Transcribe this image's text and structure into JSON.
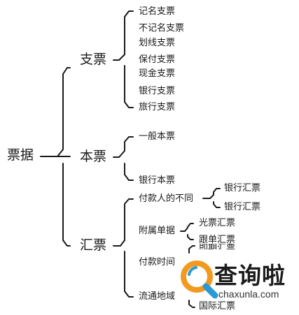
{
  "root": "票据",
  "categories": [
    {
      "label": "支票",
      "items": [
        "记名支票",
        "不记名支票",
        "划线支票",
        "保付支票",
        "现金支票",
        "银行支票",
        "旅行支票"
      ]
    },
    {
      "label": "本票",
      "items": [
        "一般本票",
        "银行本票"
      ]
    },
    {
      "label": "汇票",
      "groups": [
        {
          "label": "付款人的不同",
          "items": [
            "银行汇票",
            "银行汇票"
          ]
        },
        {
          "label": "附属单据",
          "items": [
            "光票汇票",
            "跟单汇票"
          ]
        },
        {
          "label": "付款时间",
          "items": [
            "即期汇票"
          ]
        },
        {
          "label": "流通地域",
          "items": [
            "国际汇票"
          ]
        }
      ]
    }
  ],
  "watermark": {
    "name": "查询啦",
    "domain": "chaxunla.com"
  },
  "colors": {
    "line": "#1a1a1a",
    "logo_orange": "#f29a1f",
    "logo_blue": "#2a9ad6"
  }
}
